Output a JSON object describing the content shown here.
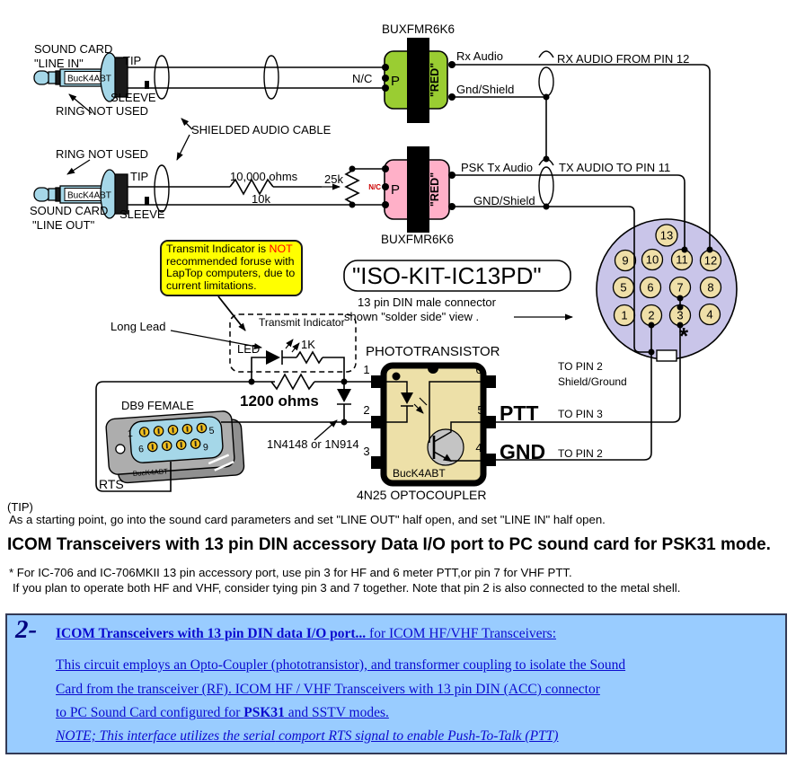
{
  "colors": {
    "xfmr_green": "#9ACD32",
    "xfmr_pink": "#FFB0C8",
    "din_lavender": "#C9C5E9",
    "pin_cream": "#EFDFA8",
    "opto_tan": "#EDE0A8",
    "plug_blue": "#A5D7E8",
    "warn_yellow": "#FFFF00",
    "warn_red": "#FF0000",
    "box_blue": "#99CCFF",
    "link_blue": "#0B0BD0"
  },
  "plug1": {
    "line1": "SOUND CARD",
    "line2": "\"LINE IN\"",
    "tip": "TIP",
    "sleeve": "SLEEVE",
    "ring": "RING NOT USED",
    "brand": "BucK4ABT"
  },
  "plug2": {
    "line1": "SOUND CARD",
    "line2": "\"LINE OUT\"",
    "tip": "TIP",
    "sleeve": "SLEEVE",
    "ring": "RING NOT USED",
    "brand": "BucK4ABT"
  },
  "cable": "SHIELDED AUDIO CABLE",
  "rx": {
    "xfmr": "BUXFMR6K6",
    "p": "P",
    "red": "\"RED\"",
    "nc": "N/C",
    "audio": "Rx Audio",
    "gnd": "Gnd/Shield",
    "route": "RX AUDIO FROM PIN 12"
  },
  "tx": {
    "xfmr": "BUXFMR6K6",
    "p": "P",
    "red": "\"RED\"",
    "nc": "N/C",
    "audio": "PSK Tx Audio",
    "gnd": "GND/Shield",
    "route": "TX AUDIO TO PIN 11",
    "r1": "10,000 ohms",
    "r1b": "10k",
    "pot": "25k"
  },
  "warn": {
    "t1": "Transmit Indicator is ",
    "not": "NOT",
    "t2": "recommended foruse with",
    "t3": "LapTop computers, due to",
    "t4": "current limitations."
  },
  "kit": {
    "title": "\"ISO-KIT-IC13PD\"",
    "n1": "13 pin DIN male connector",
    "n2": "shown \"solder side\"  view ."
  },
  "din": {
    "pins": [
      "13",
      "9",
      "10",
      "11",
      "12",
      "5",
      "6",
      "7",
      "8",
      "1",
      "2",
      "3",
      "4"
    ],
    "star": "*"
  },
  "ind": {
    "title": "Transmit Indicator",
    "led": "LED",
    "r": "1K",
    "lead": "Long Lead",
    "r2": "1200 ohms",
    "diode": "1N4148 or 1N914"
  },
  "opto": {
    "title": "PHOTOTRANSISTOR",
    "name": "4N25  OPTOCOUPLER",
    "brand": "BucK4ABT",
    "p1": "1",
    "p2": "2",
    "p3": "3",
    "p6": "6",
    "p5": "5",
    "p4": "4",
    "ptt": "PTT",
    "gnd": "GND",
    "r1": "TO PIN 2",
    "r1b": "Shield/Ground",
    "r2": "TO PIN 3",
    "r3": "TO PIN 2"
  },
  "db9": {
    "title": "DB9 FEMALE",
    "rts": "RTS",
    "brand": "BucK4ABT",
    "p1": "1",
    "p5": "5",
    "p6": "6",
    "p9": "9"
  },
  "tipnote": {
    "h": "(TIP)",
    "body": "As a starting point, go into the sound card parameters and set \"LINE OUT\" half open, and set \"LINE IN\" half open."
  },
  "heading": "ICOM Transceivers with 13 pin DIN accessory Data I/O port to PC sound card for PSK31 mode.",
  "foot": {
    "l1": "* For IC-706 and IC-706MKII 13 pin accessory port, use pin 3 for HF and 6 meter PTT,or pin 7 for VHF PTT.",
    "l2": "If you plan to operate both HF and VHF, consider tying pin 3 and 7 together.  Note that pin 2 is also connected to the metal shell."
  },
  "bluebox": {
    "num": "2-",
    "l1b": "ICOM Transceivers with 13 pin DIN data I/O port...",
    "l1r": " for ICOM HF/VHF Transceivers:",
    "l2": "This circuit employs an Opto-Coupler (phototransistor), and transformer coupling to isolate the Sound",
    "l3": "Card from the transceiver (RF). ICOM HF / VHF Transceivers with 13 pin DIN (ACC) connector",
    "l4a": "to PC Sound Card configured for ",
    "l4b": "PSK31",
    "l4c": " and SSTV modes.",
    "l5a": "NOTE; This interface utilizes the serial",
    "l5b": " comport RTS signal to enable Push-To-Talk (PTT)"
  }
}
